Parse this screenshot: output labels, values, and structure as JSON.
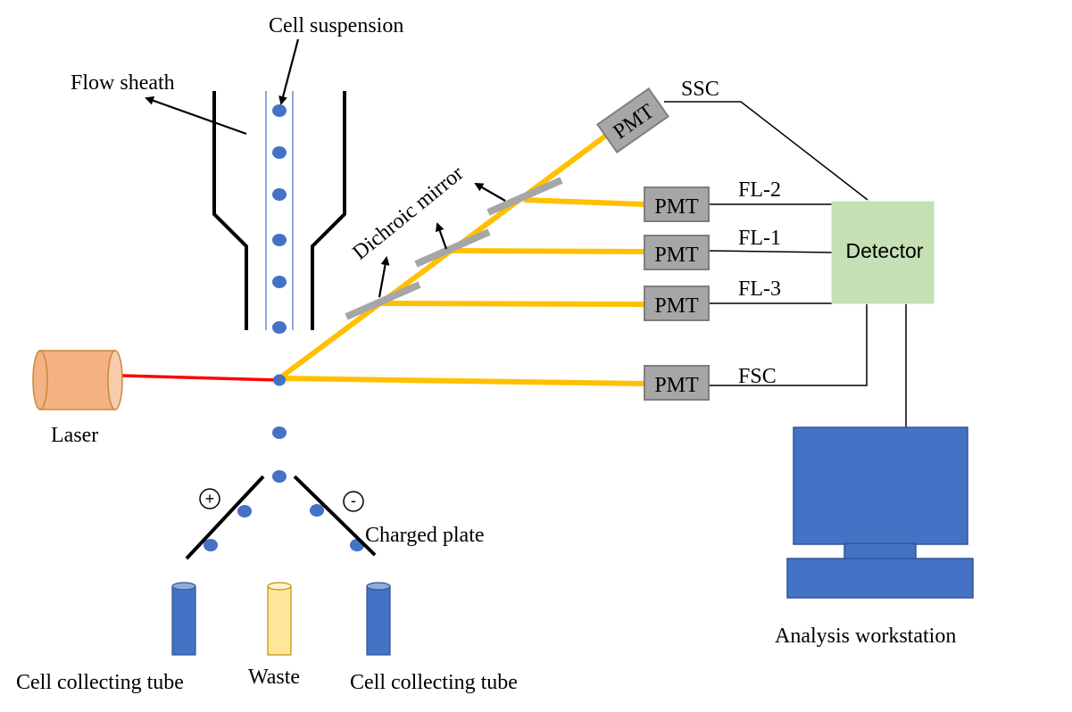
{
  "labels": {
    "cell_suspension": "Cell suspension",
    "flow_sheath": "Flow sheath",
    "dichroic_mirror": "Dichroic mirror",
    "laser": "Laser",
    "charged_plate": "Charged  plate",
    "cell_collecting_tube_left": "Cell collecting  tube",
    "waste": "Waste",
    "cell_collecting_tube_right": "Cell collecting  tube",
    "analysis_workstation": "Analysis  workstation",
    "detector": "Detector",
    "plus": "+",
    "minus": "-"
  },
  "pmts": {
    "ssc": "PMT",
    "fl2": "PMT",
    "fl1": "PMT",
    "fl3": "PMT",
    "fsc": "PMT"
  },
  "channels": {
    "ssc": "SSC",
    "fl2": "FL-2",
    "fl1": "FL-1",
    "fl3": "FL-3",
    "fsc": "FSC"
  },
  "colors": {
    "light_beam": "#FFC000",
    "laser_beam": "#FF0000",
    "cell": "#4472C4",
    "pmt_fill": "#A6A6A6",
    "detector_fill": "#C5E0B4",
    "monitor": "#4472C4",
    "laser_body": "#F4B183",
    "waste_tube": "#FFE699",
    "mirror": "#A6A6A6"
  }
}
